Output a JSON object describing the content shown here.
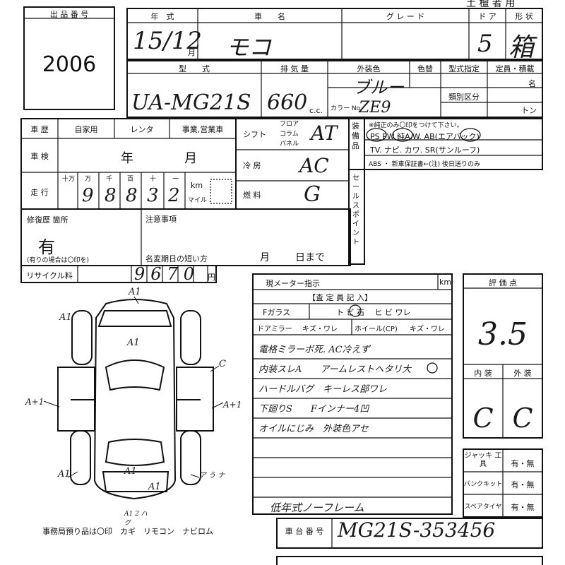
{
  "header": {
    "lot_label": "出 品 番 号",
    "lot_number": "2006",
    "top_right": "土 檀 者 用",
    "year_label": "年　式",
    "car_label": "車　　名",
    "grade_label": "グ レ ー ド",
    "door_label": "ド ア",
    "shape_label": "形 状",
    "year_value": "15/12",
    "year_unit": "月",
    "car_value": "モコ",
    "door_value": "5",
    "shape_value": "箱"
  },
  "model_row": {
    "model_label": "型　　式",
    "disp_label": "排 気 量",
    "color_label": "外装色",
    "iro_label": "色替",
    "katashiki_label": "型式指定",
    "teiin_label": "定員・積載",
    "ruibetsu_label": "類別区分",
    "mei": "名",
    "ton": "トン",
    "model_value": "UA-MG21S",
    "disp_value": "660",
    "disp_unit": "c.c.",
    "color_value": "ブルー",
    "color_no_label": "カラー No.",
    "color_no_value": "ZE9"
  },
  "history": {
    "label": "車 歴",
    "opt1": "自家用",
    "opt2": "レンタ",
    "opt3": "事業,営業車",
    "shaken_label": "車 検",
    "nen": "年",
    "tsuki": "月",
    "mileage_label": "走 行",
    "digit_labels": [
      "十万",
      "万",
      "千",
      "百",
      "十",
      "一"
    ],
    "mileage_digits": [
      "9",
      "8",
      "8",
      "3",
      "2"
    ],
    "km": "km",
    "mile": "マイル"
  },
  "specs": {
    "shift_label": "シフト",
    "shift_opts": [
      "フロア",
      "コラム",
      "パネル"
    ],
    "shift_value": "AT",
    "ac_label": "冷 房",
    "ac_value": "AC",
    "fuel_label": "燃 料",
    "fuel_value": "G"
  },
  "equipment": {
    "label": "装備品",
    "note": "※純正のみ〇印をつけて下さい。",
    "line1": "PS PW 純A.W. AB(エアバック)",
    "line2": "TV. ナビ. カワ. SR(サンルーフ)",
    "line3": "ABS ・ 新車保証書←(注) 後日送りのみ",
    "sales_point": "セールスポイント"
  },
  "repair": {
    "label": "修復歴 箇所",
    "value": "有",
    "note": "(有りの場合は〇印を)",
    "caution_label": "注意事項",
    "change_label": "名変期日の短い方",
    "tsuki": "月",
    "hi": "日まで"
  },
  "recycle": {
    "label": "リサイクル料",
    "value": "9670",
    "unit": "円"
  },
  "meter": {
    "label": "現メーター指示",
    "unit": "km"
  },
  "inspector": {
    "label": "【査 定 員 記 入】",
    "fglass": "Fガラス",
    "row1": "ト ビ 石　 ヒ ビ ワレ",
    "mirror": "ドアミラー",
    "mirror_val": "キズ・ワレ",
    "wheel": "ホイール(CP)",
    "wheel_val": "キズ・ワレ",
    "notes": [
      "電格ミラーボ死. AC冷えず",
      "内装スレA　　アームレストヘタリ大",
      "ハードルバグ　キーレス部ワレ",
      "下廻りS　　Fインナー4凹",
      "オイルにじみ　外装色アセ",
      "",
      "",
      "低年式ノーフレーム"
    ]
  },
  "grade": {
    "label": "評 価 点",
    "value": "3.5",
    "interior_label": "内 装",
    "exterior_label": "外 装",
    "interior_value": "C",
    "exterior_value": "C"
  },
  "tools": {
    "jack": "ジャッキ 工 具",
    "puncture": "パンクキット",
    "spare": "スペアタイヤ",
    "yn": "有・無"
  },
  "chassis": {
    "label": "車 台 番 号",
    "value": "MG21S-353456"
  },
  "diagram": {
    "marks": [
      "A1",
      "A1",
      "A1",
      "C",
      "A+1",
      "A+1",
      "A1",
      "A1",
      "A1",
      "ア う ナ",
      "A1 2 ハグ"
    ]
  },
  "footer": {
    "text": "事務局預り品は〇印　カギ　リモコン　ナビロム"
  }
}
